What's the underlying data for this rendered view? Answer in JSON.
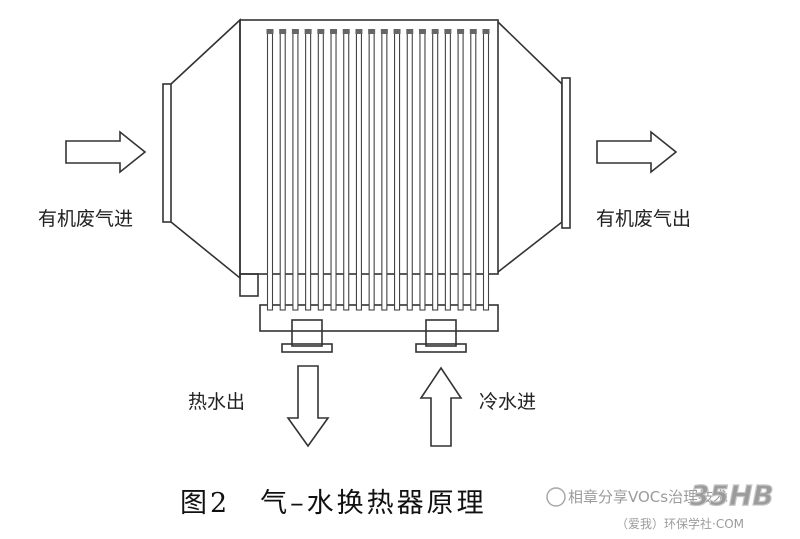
{
  "labels": {
    "gas_in": "有机废气进",
    "gas_out": "有机废气出",
    "hot_water_out": "热水出",
    "cold_water_in": "冷水进"
  },
  "caption": "图2　气–水换热器原理",
  "watermark": {
    "line1": "相章分享VOCs治理技术",
    "line2": "（爱我）环保学社·COM",
    "logo_text": "35HB"
  },
  "tube_count": 18
}
